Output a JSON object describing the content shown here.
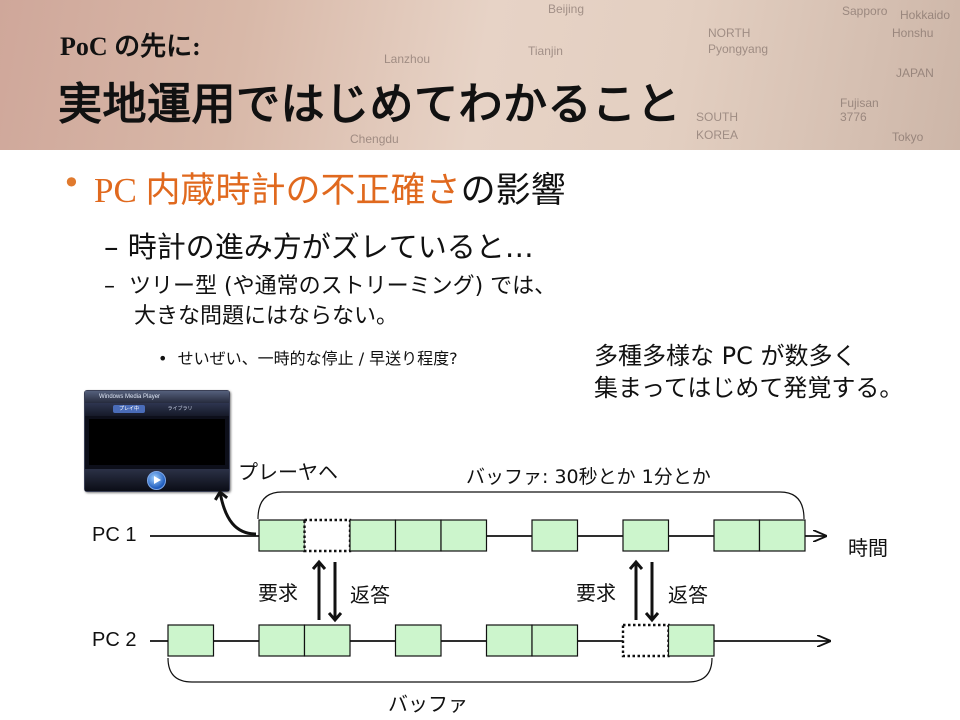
{
  "header": {
    "title_small": "PoC の先に:",
    "title_big": "実地運用ではじめてわかること",
    "map_labels": [
      "Beijing",
      "Tianjin",
      "NORTH",
      "Pyongyang",
      "Sapporo",
      "Hokkaido",
      "Honshu",
      "JAPAN",
      "Lanzhou",
      "SOUTH",
      "KOREA",
      "Fujisan",
      "3776",
      "Tokyo",
      "Chengdu"
    ]
  },
  "bullets": {
    "main_part1": "PC 内蔵時計の不正確さ",
    "main_part2": "の影響",
    "sub1": "時計の進み方がズレていると…",
    "sub2_line1": "ツリー型 (や通常のストリーミング) では、",
    "sub2_line2": "大きな問題にはならない。",
    "sub3": "せいぜい、一時的な停止 / 早送り程度?",
    "note_line1": "多種多様な PC が数多く",
    "note_line2": "集まってはじめて発覚する。"
  },
  "player": {
    "title": "Windows Media Player",
    "tab_active": "プレイ中",
    "tab_other": "ライブラリ"
  },
  "diagram": {
    "player_label": "プレーヤヘ",
    "buffer_top_label": "バッファ: 30秒とか 1分とか",
    "time_label": "時間",
    "pc1_label": "PC 1",
    "pc2_label": "PC 2",
    "request_label": "要求",
    "reply_label": "返答",
    "buffer_bottom_label": "バッファ",
    "block_fill": "#ccf5cc",
    "pc1_blocks": [
      {
        "slot": 0,
        "missing": false
      },
      {
        "slot": 1,
        "missing": true
      },
      {
        "slot": 2,
        "missing": false
      },
      {
        "slot": 3,
        "missing": false
      },
      {
        "slot": 4,
        "missing": false
      },
      {
        "slot": 6,
        "missing": false
      },
      {
        "slot": 8,
        "missing": false
      },
      {
        "slot": 10,
        "missing": false
      },
      {
        "slot": 11,
        "missing": false
      }
    ],
    "pc2_blocks": [
      {
        "slot": -2,
        "missing": false
      },
      {
        "slot": 0,
        "missing": false
      },
      {
        "slot": 1,
        "missing": false
      },
      {
        "slot": 3,
        "missing": false
      },
      {
        "slot": 5,
        "missing": false
      },
      {
        "slot": 6,
        "missing": false
      },
      {
        "slot": 8,
        "missing": true
      },
      {
        "slot": 9,
        "missing": false
      }
    ]
  }
}
